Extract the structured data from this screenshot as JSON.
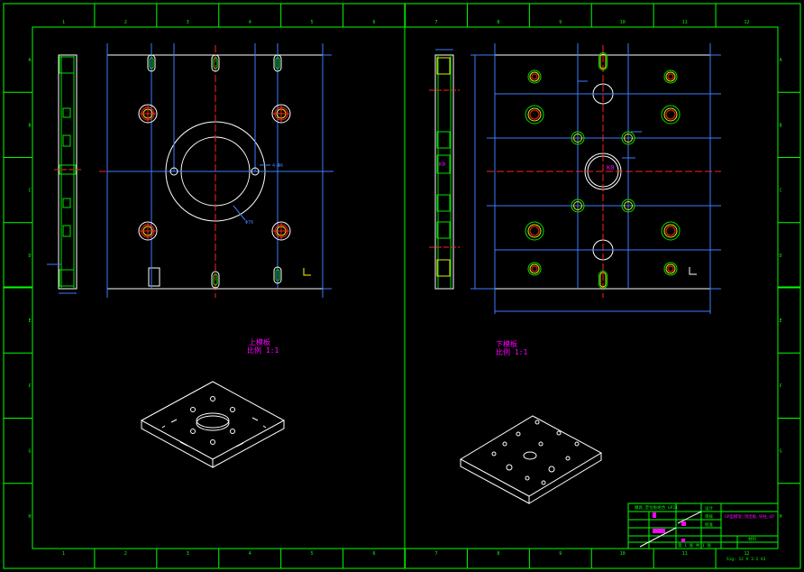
{
  "colors": {
    "background": "#000000",
    "frame": "#00ff00",
    "outline": "#ffffff",
    "dimension": "#3d7cff",
    "centerline": "#ff2020",
    "label": "#ff00ff",
    "hole_green": "#00e000",
    "hole_yellow": "#e8e800"
  },
  "border": {
    "top_numbers": [
      "1",
      "2",
      "3",
      "4",
      "5",
      "6",
      "7",
      "8",
      "9",
      "10",
      "11",
      "12"
    ],
    "side_letters": [
      "A",
      "B",
      "C",
      "D",
      "E",
      "F",
      "G",
      "H"
    ]
  },
  "left_view": {
    "title": "上模板",
    "scale": "比例 1:1",
    "right_note": "4-Φ6",
    "circle_note": "Φ70"
  },
  "right_view": {
    "title": "下模板",
    "scale": "比例 1:1",
    "center_label": "K0",
    "side_label": "K0"
  },
  "title_block": {
    "drawing_name": "GP型模架_顶出板_导柱_GP",
    "project": "模具_定位板组合_GP24",
    "designer": "设计",
    "checker": "审核",
    "approver": "批准",
    "material": "材料",
    "sheet": "第 1 张 共 1 张",
    "bottom_code": "Sig: 12 A 3:1 A3"
  }
}
